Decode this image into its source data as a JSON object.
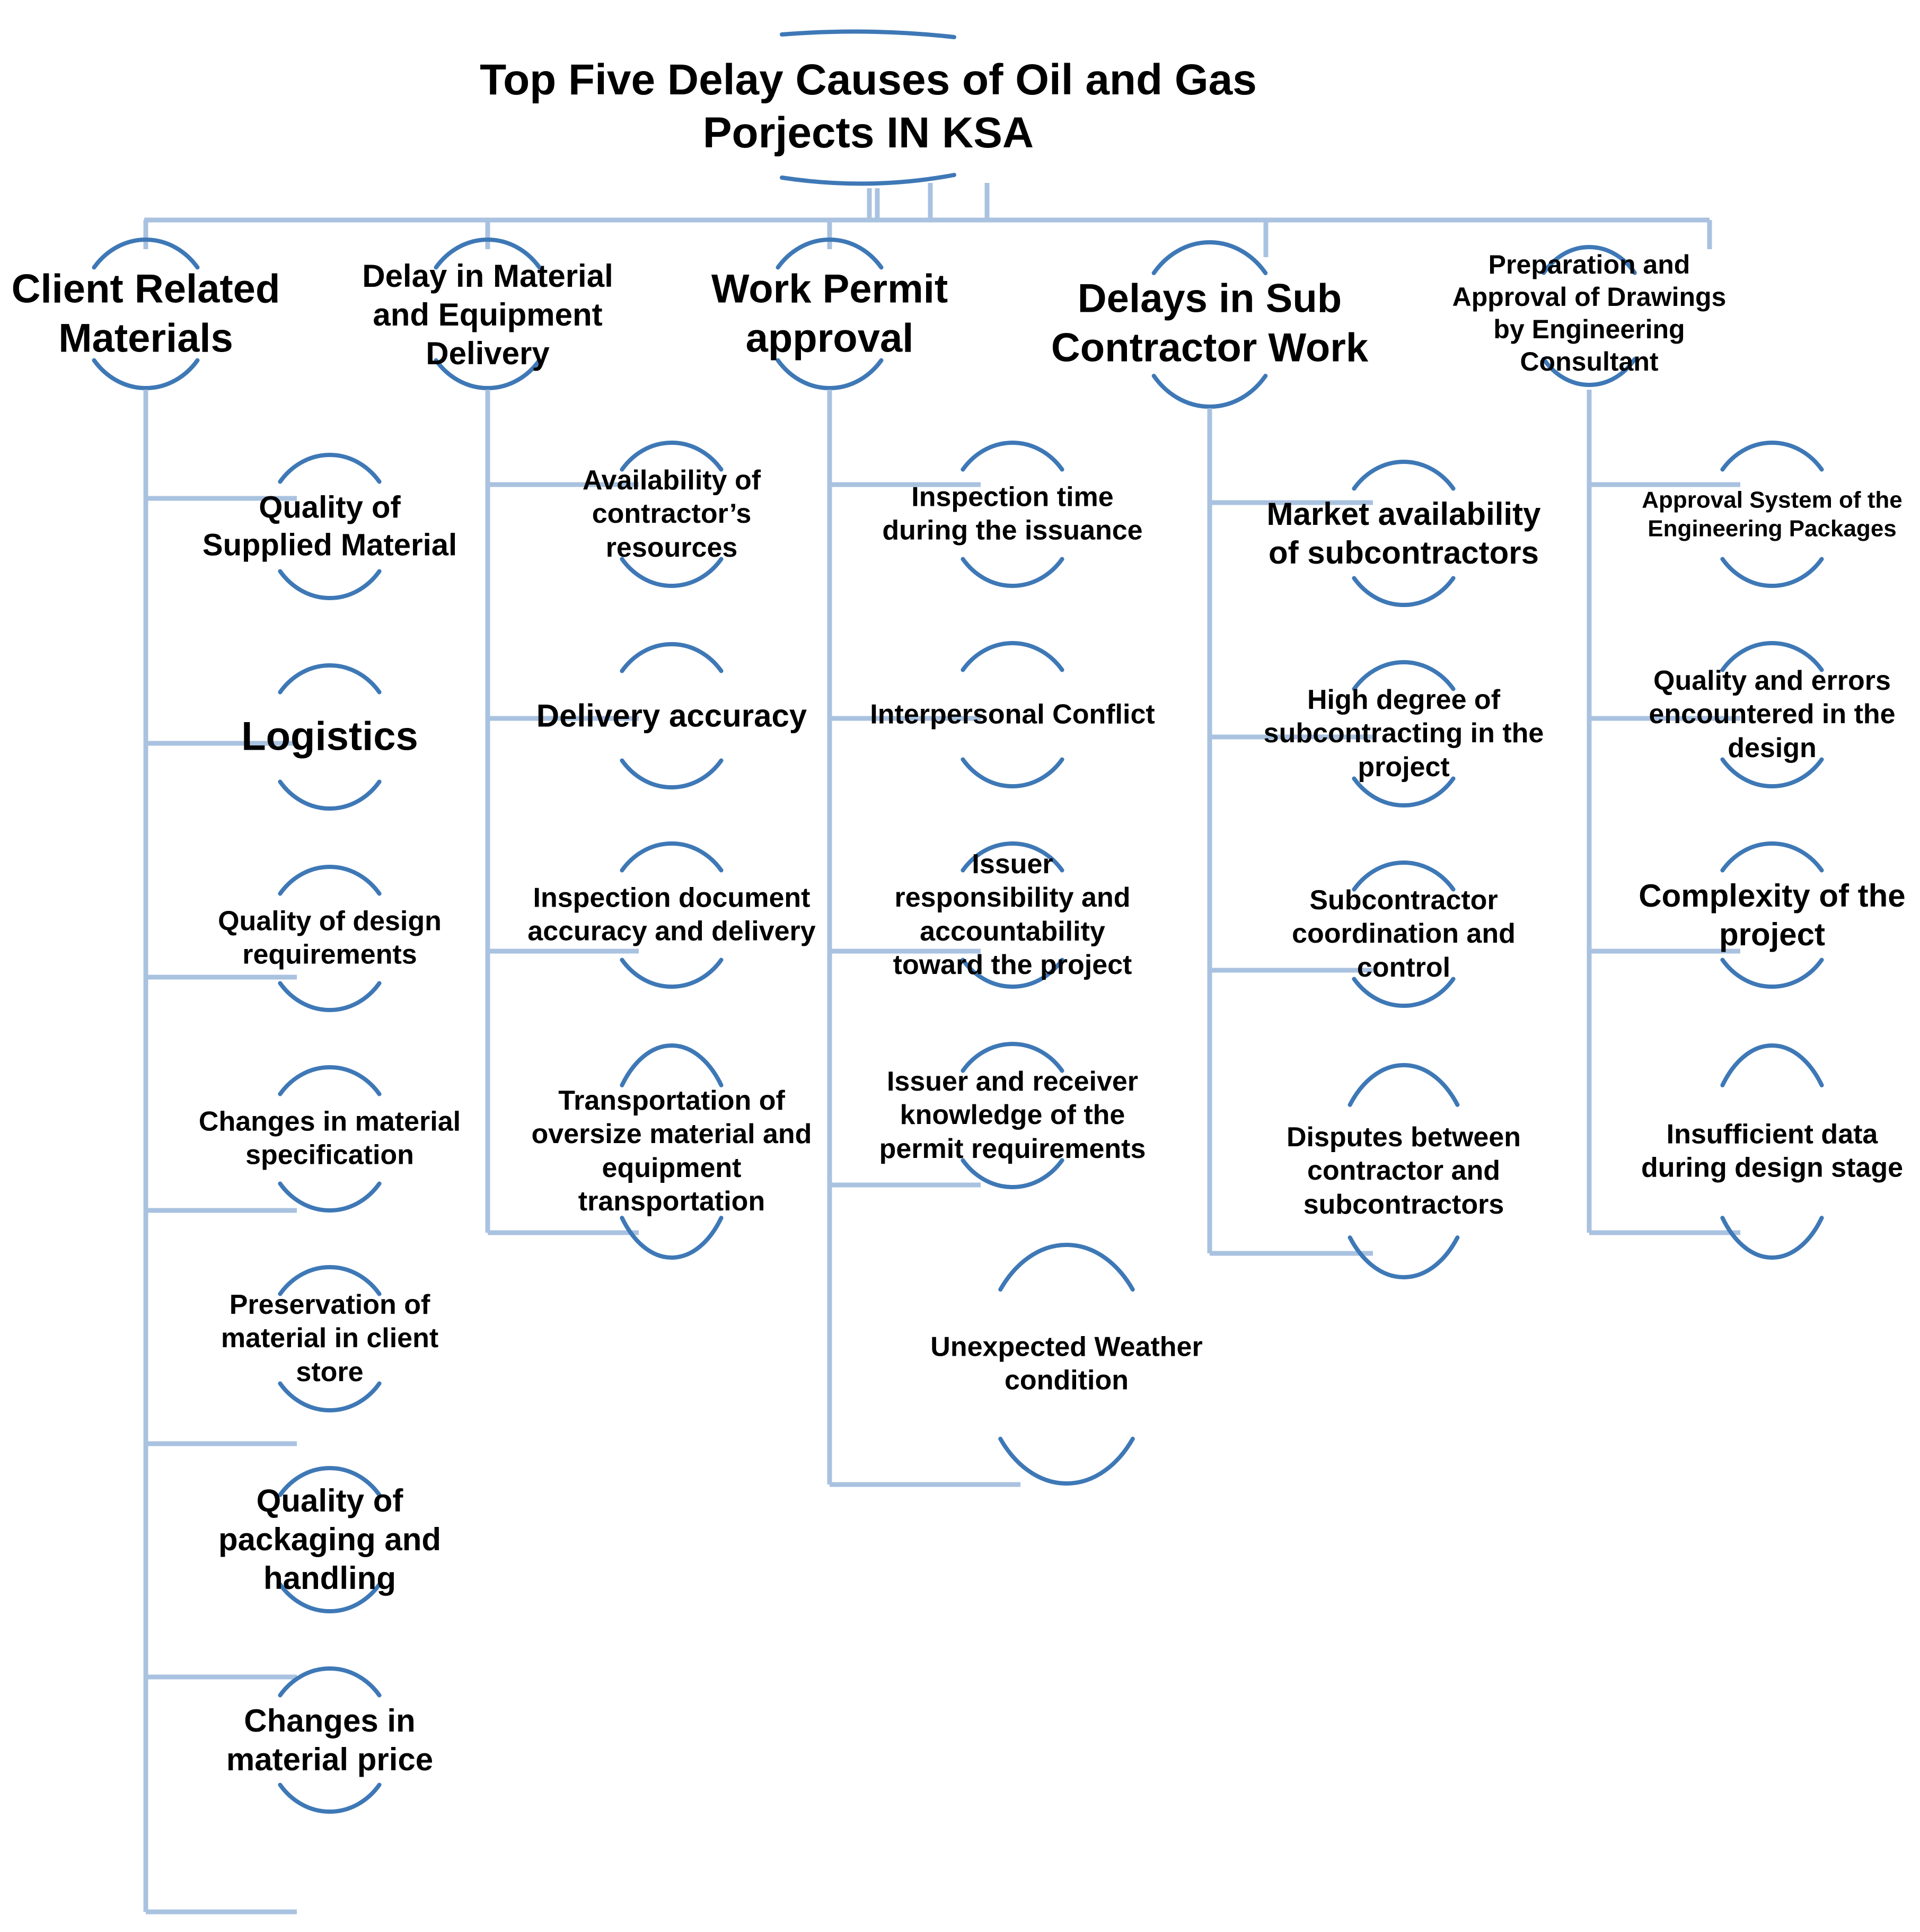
{
  "title": "Top Five Delay Causes of Oil and Gas Porjects IN KSA",
  "colors": {
    "arc": "#3e78b6",
    "connector": "#a9c2e0",
    "text": "#000000"
  },
  "categories": [
    {
      "name": "Client Related Materials",
      "causes": [
        "Quality of Supplied Material",
        "Logistics",
        "Quality of design requirements",
        "Changes in material specification",
        "Preservation of material in client store",
        "Quality of packaging and handling",
        "Changes in material price"
      ]
    },
    {
      "name": "Delay in Material and Equipment Delivery",
      "causes": [
        "Availability of contractor’s resources",
        "Delivery accuracy",
        "Inspection document accuracy and delivery",
        "Transportation of oversize material and equipment transportation"
      ]
    },
    {
      "name": "Work Permit approval",
      "causes": [
        "Inspection time during the issuance",
        "Interpersonal Conflict",
        "Issuer responsibility and accountability toward the project",
        "Issuer and receiver knowledge of the permit requirements",
        "Unexpected Weather condition"
      ]
    },
    {
      "name": "Delays in Sub Contractor Work",
      "causes": [
        "Market availability of subcontractors",
        "High degree of subcontracting in the project",
        "Subcontractor coordination and control",
        "Disputes between contractor and subcontractors"
      ]
    },
    {
      "name": "Preparation and Approval of Drawings by Engineering Consultant",
      "causes": [
        "Approval System of the Engineering Packages",
        "Quality and errors encountered in the design",
        "Complexity of the project",
        "Insufficient data during design stage"
      ]
    }
  ]
}
